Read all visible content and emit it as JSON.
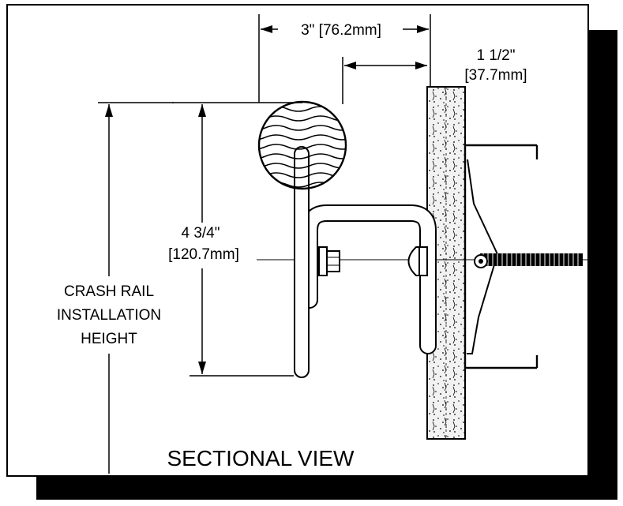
{
  "dimensions": {
    "rail_offset": "3\" [76.2mm]",
    "wall_gap_in": "1 1/2\"",
    "wall_gap_mm": "[37.7mm]",
    "bracket_height_in": "4 3/4\"",
    "bracket_height_mm": "[120.7mm]"
  },
  "labels": {
    "crash_rail_line1": "CRASH RAIL",
    "crash_rail_line2": "INSTALLATION",
    "crash_rail_line3": "HEIGHT",
    "view_title": "SECTIONAL VIEW"
  }
}
